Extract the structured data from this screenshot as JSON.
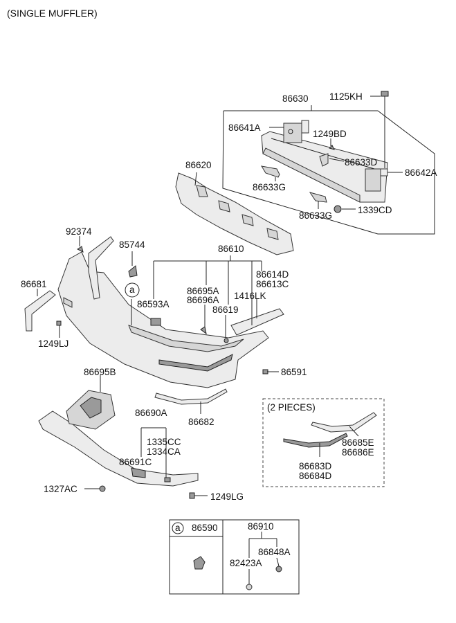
{
  "header": {
    "title": "(SINGLE MUFFLER)"
  },
  "labels": {
    "p86630": "86630",
    "p1125KH": "1125KH",
    "p86641A": "86641A",
    "p1249BD": "1249BD",
    "p86633D": "86633D",
    "p86620": "86620",
    "p86642A": "86642A",
    "p86633G_a": "86633G",
    "p86633G_b": "86633G",
    "p1339CD": "1339CD",
    "p92374": "92374",
    "p85744": "85744",
    "p86610": "86610",
    "p86614D": "86614D",
    "p86613C": "86613C",
    "p86681": "86681",
    "p86695A": "86695A",
    "p86696A": "86696A",
    "p1416LK": "1416LK",
    "p86593A": "86593A",
    "p86619": "86619",
    "p1249LJ": "1249LJ",
    "p86591": "86591",
    "p86695B": "86695B",
    "p86682": "86682",
    "p86690A": "86690A",
    "p1335CC": "1335CC",
    "p1334CA": "1334CA",
    "p86691C": "86691C",
    "p1327AC": "1327AC",
    "p1249LG": "1249LG",
    "two_pieces": "(2 PIECES)",
    "p86685E": "86685E",
    "p86686E": "86686E",
    "p86683D": "86683D",
    "p86684D": "86684D",
    "callout_a": "a",
    "callout_a_box": "a",
    "p86590": "86590",
    "p86910": "86910",
    "p86848A": "86848A",
    "p82423A": "82423A"
  }
}
